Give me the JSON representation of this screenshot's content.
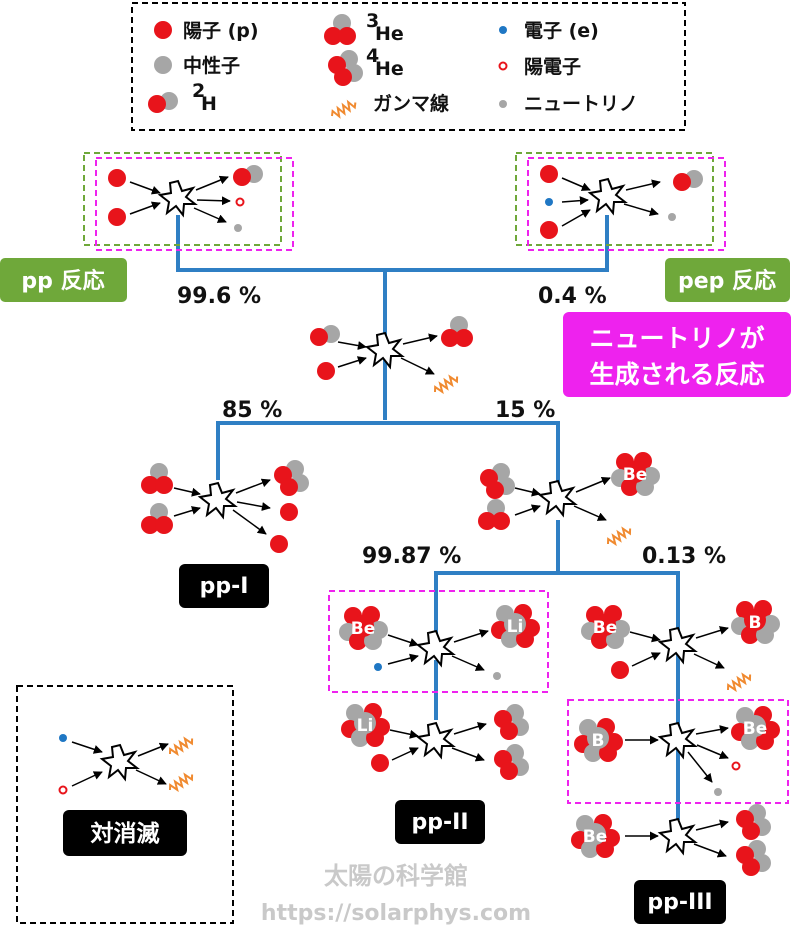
{
  "legend": {
    "proton": "陽子 (p)",
    "neutron": "中性子",
    "deuterium_sup": "2",
    "deuterium": "H",
    "he3_sup": "3",
    "he3": "He",
    "he4_sup": "4",
    "he4": "He",
    "gamma": "ガンマ線",
    "electron": "電子 (e)",
    "positron": "陽電子",
    "neutrino": "ニュートリノ"
  },
  "labels": {
    "pp_reaction": "pp 反応",
    "pep_reaction": "pep 反応",
    "neutrino_note_line1": "ニュートリノが",
    "neutrino_note_line2": "生成される反応",
    "pp1": "pp-I",
    "pp2": "pp-II",
    "pp3": "pp-III",
    "annihilation": "対消滅"
  },
  "percentages": {
    "pp": "99.6 %",
    "pep": "0.4 %",
    "b85": "85 %",
    "b15": "15 %",
    "b9987": "99.87 %",
    "b013": "0.13 %"
  },
  "nuclei": {
    "be": "Be",
    "li": "Li",
    "b": "B"
  },
  "watermark": {
    "line1": "太陽の科学館",
    "line2": "https://solarphys.com"
  },
  "colors": {
    "proton": "#e8141b",
    "neutron": "#a6a6a6",
    "electron": "#1f77c4",
    "branch_line": "#2f7fc4",
    "green_label": "#6fa83a",
    "magenta": "#ee22ee",
    "black_label": "#000000",
    "gamma": "#f08a30"
  },
  "icons": [
    "star-burst-icon",
    "arrow-icon",
    "gamma-wave-icon"
  ]
}
